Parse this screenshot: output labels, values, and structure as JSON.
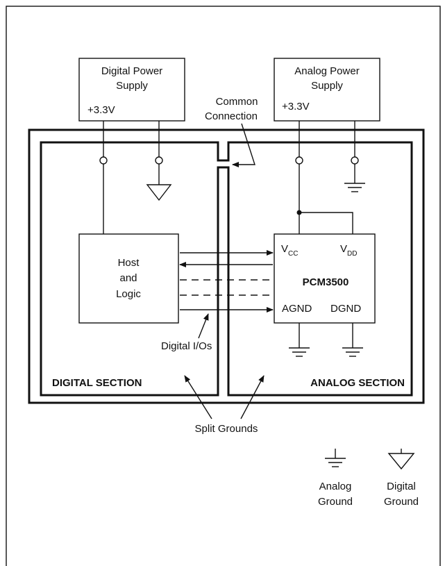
{
  "digital_supply": {
    "line1": "Digital Power",
    "line2": "Supply",
    "voltage": "+3.3V"
  },
  "analog_supply": {
    "line1": "Analog Power",
    "line2": "Supply",
    "voltage": "+3.3V"
  },
  "common_connection": {
    "line1": "Common",
    "line2": "Connection"
  },
  "host_logic": {
    "line1": "Host",
    "line2": "and",
    "line3": "Logic"
  },
  "chip": {
    "name": "PCM3500",
    "vcc_main": "V",
    "vcc_sub": "CC",
    "vdd_main": "V",
    "vdd_sub": "DD",
    "agnd": "AGND",
    "dgnd": "DGND"
  },
  "digital_ios_label": "Digital I/Os",
  "digital_section_label": "DIGITAL SECTION",
  "analog_section_label": "ANALOG SECTION",
  "split_grounds_label": "Split Grounds",
  "legend": {
    "analog_ground": {
      "line1": "Analog",
      "line2": "Ground"
    },
    "digital_ground": {
      "line1": "Digital",
      "line2": "Ground"
    }
  }
}
